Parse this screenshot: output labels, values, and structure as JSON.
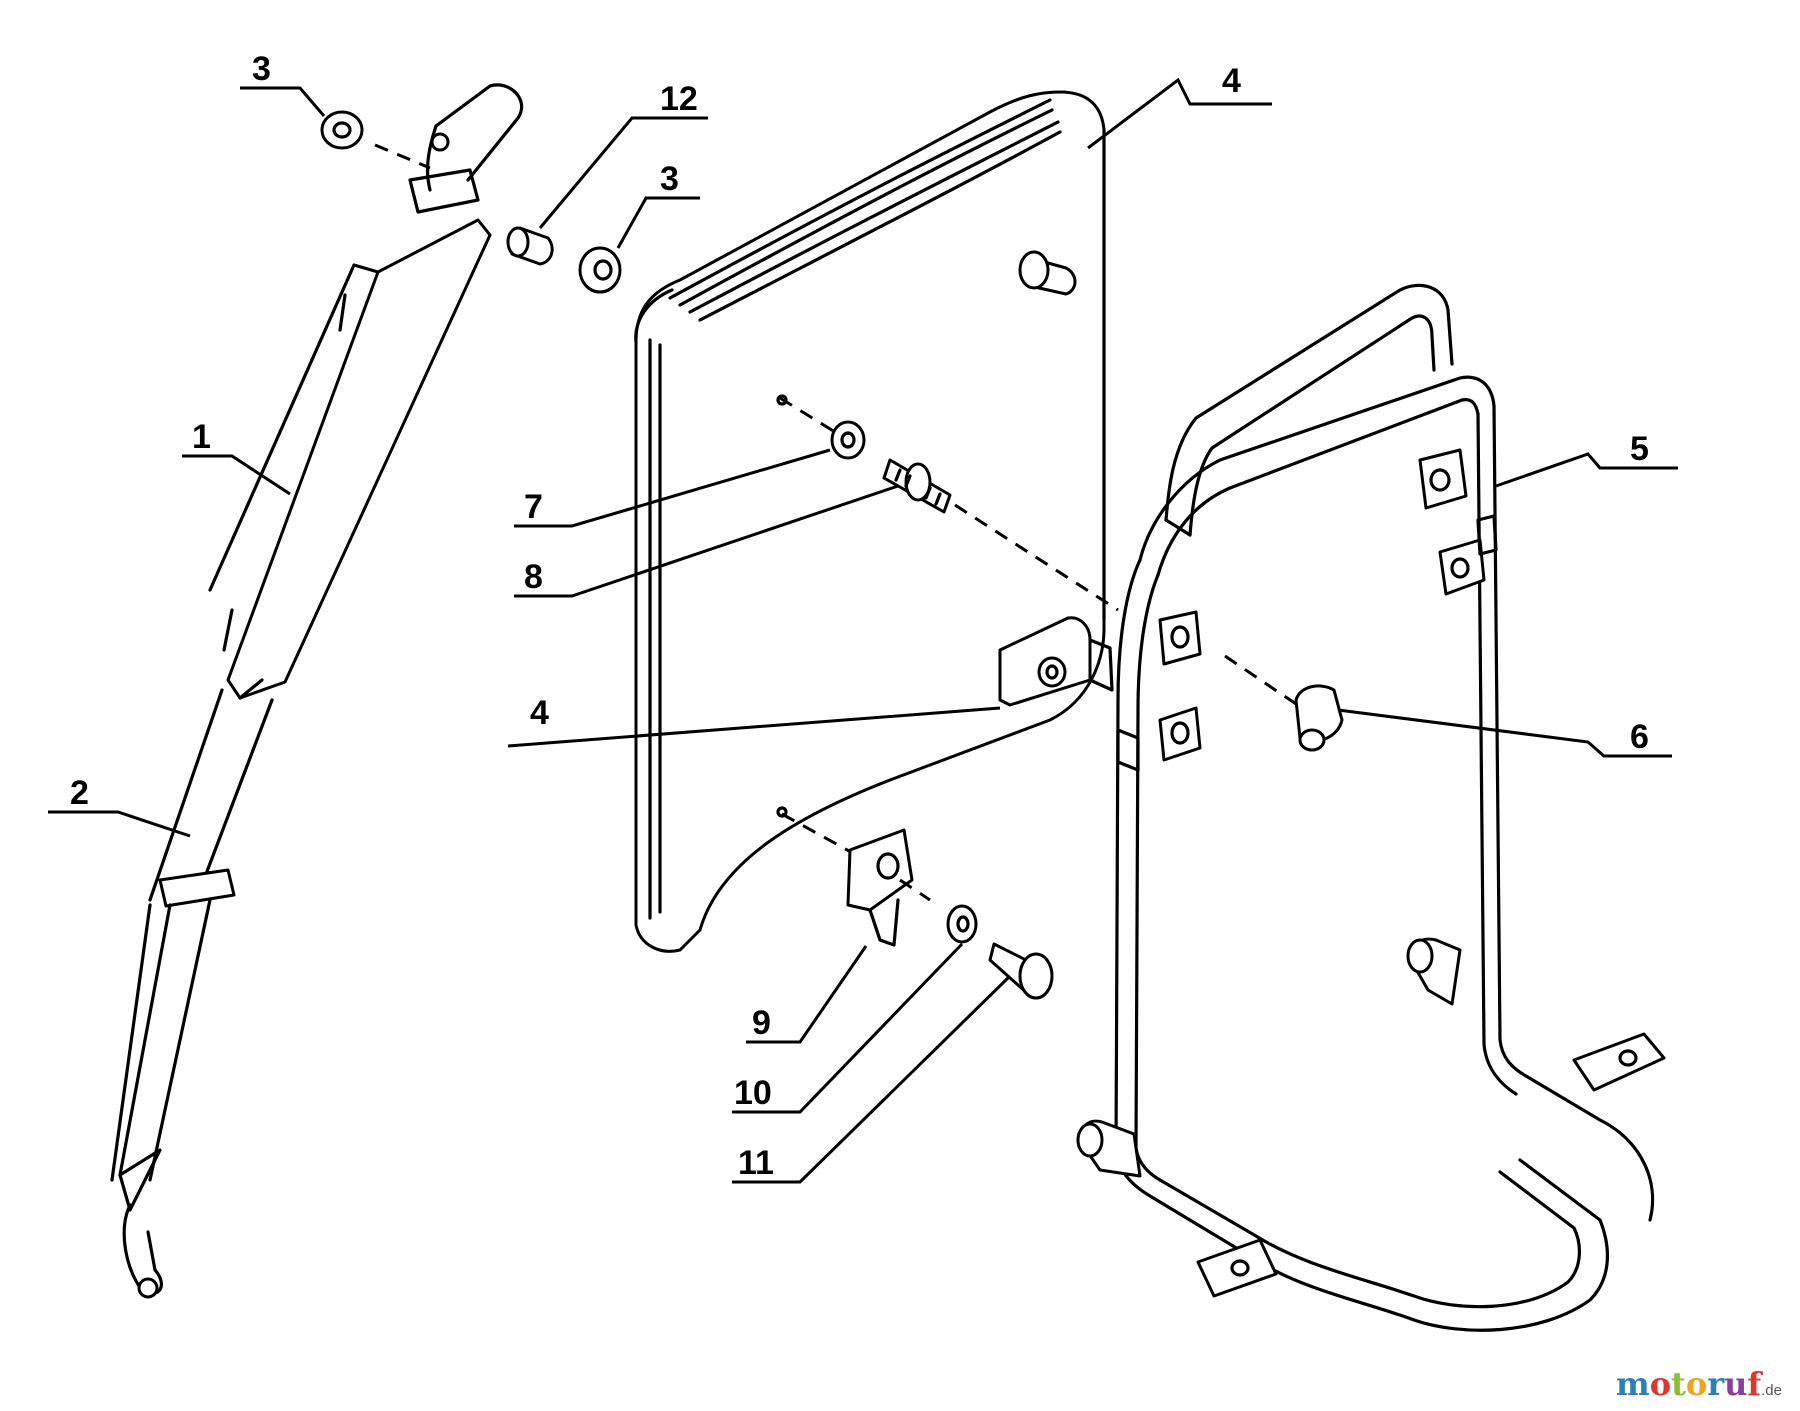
{
  "diagram": {
    "labels": [
      "3",
      "12",
      "3",
      "4",
      "1",
      "7",
      "8",
      "5",
      "4",
      "6",
      "2",
      "9",
      "10",
      "11"
    ]
  },
  "watermark": {
    "parts": [
      {
        "text": "m",
        "color": "#2c7fbf"
      },
      {
        "text": "o",
        "color": "#e0352b"
      },
      {
        "text": "t",
        "color": "#8bbf2b"
      },
      {
        "text": "o",
        "color": "#f2a31b"
      },
      {
        "text": "r",
        "color": "#2c7fbf"
      },
      {
        "text": "u",
        "color": "#8a3fa0"
      },
      {
        "text": "f",
        "color": "#e0352b"
      }
    ],
    "tld": ".de",
    "tld_color": "#555555"
  }
}
